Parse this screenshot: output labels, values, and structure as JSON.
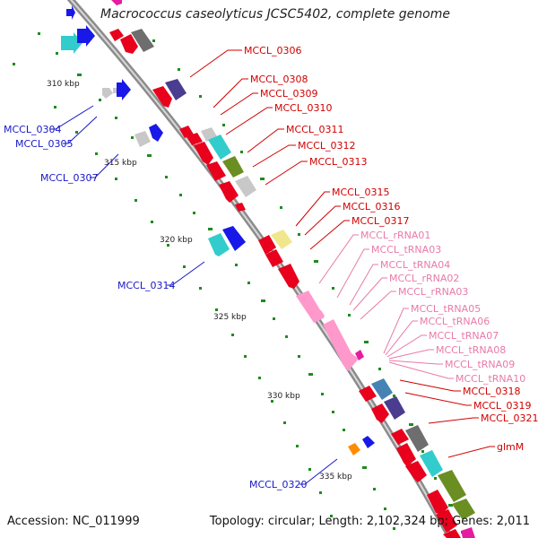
{
  "title": "Macrococcus caseolyticus JCSC5402, complete genome",
  "accession": "Accession: NC_011999",
  "topology": "Topology: circular; Length: 2,102,324 bp; Genes: 2,011",
  "colors": {
    "backbone": "#8c8c8c",
    "tick": "#1e8c1e",
    "cds_red": "#e8001c",
    "cyan": "#33cccc",
    "dark_gray": "#6e6e6e",
    "light_gray": "#c8c8c8",
    "blue": "#1818e8",
    "purple": "#4a3d8f",
    "olive": "#6b8e23",
    "pink": "#ff99cc",
    "yellow": "#f0e68c",
    "steel": "#4682b4",
    "orange": "#ff8c00",
    "magenta": "#e61ca0",
    "label_red": "#d10000",
    "label_blue": "#1818c8",
    "label_pink": "#e87aa8"
  },
  "kbp_labels": [
    "310 kbp",
    "315 kbp",
    "320 kbp",
    "325 kbp",
    "330 kbp",
    "335 kbp"
  ],
  "gene_labels": {
    "right_red": [
      "MCCL_0306",
      "MCCL_0308",
      "MCCL_0309",
      "MCCL_0310",
      "MCCL_0311",
      "MCCL_0312",
      "MCCL_0313",
      "MCCL_0315",
      "MCCL_0316",
      "MCCL_0317",
      "MCCL_0318",
      "MCCL_0319",
      "MCCL_0321",
      "glmM"
    ],
    "pink_rna": [
      "MCCL_rRNA01",
      "MCCL_tRNA03",
      "MCCL_tRNA04",
      "MCCL_rRNA02",
      "MCCL_rRNA03",
      "MCCL_tRNA05",
      "MCCL_tRNA06",
      "MCCL_tRNA07",
      "MCCL_tRNA08",
      "MCCL_tRNA09",
      "MCCL_tRNA10"
    ],
    "left_blue": [
      "MCCL_0304",
      "MCCL_0305",
      "MCCL_0307",
      "MCCL_0314",
      "MCCL_0320"
    ]
  }
}
